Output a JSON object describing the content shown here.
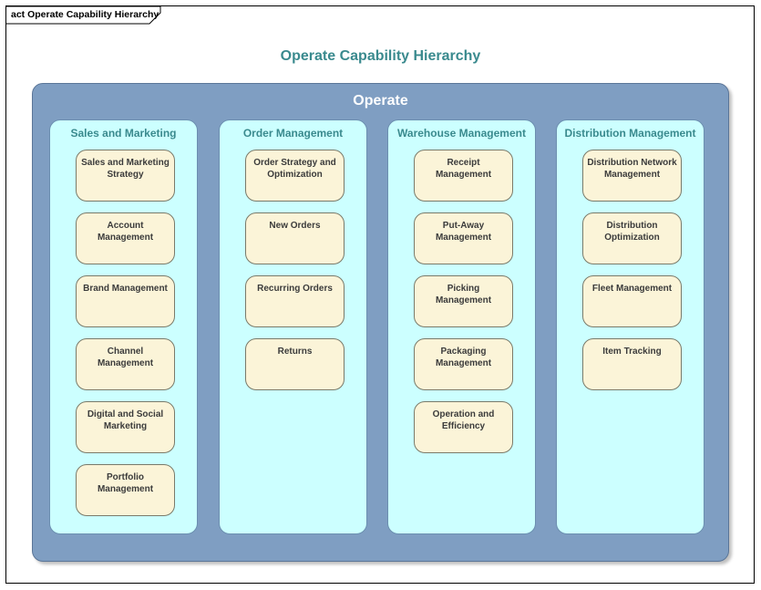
{
  "frame": {
    "tab_label": "act Operate Capability Hierarchy"
  },
  "diagram": {
    "title": "Operate Capability Hierarchy"
  },
  "operate": {
    "title": "Operate",
    "columns": [
      {
        "title": "Sales and Marketing",
        "items": [
          "Sales and Marketing Strategy",
          "Account Management",
          "Brand Management",
          "Channel Management",
          "Digital and Social Marketing",
          "Portfolio Management"
        ]
      },
      {
        "title": "Order Management",
        "items": [
          "Order Strategy and Optimization",
          "New Orders",
          "Recurring Orders",
          "Returns"
        ]
      },
      {
        "title": "Warehouse Management",
        "items": [
          "Receipt Management",
          "Put-Away Management",
          "Picking Management",
          "Packaging Management",
          "Operation and Efficiency"
        ]
      },
      {
        "title": "Distribution Management",
        "items": [
          "Distribution Network Management",
          "Distribution Optimization",
          "Fleet Management",
          "Item Tracking"
        ]
      }
    ]
  },
  "colors": {
    "title_teal": "#3a8a8e",
    "operate_blue": "#7f9ec2",
    "column_cyan": "#ccffff",
    "capability_cream": "#fbf4d8"
  }
}
